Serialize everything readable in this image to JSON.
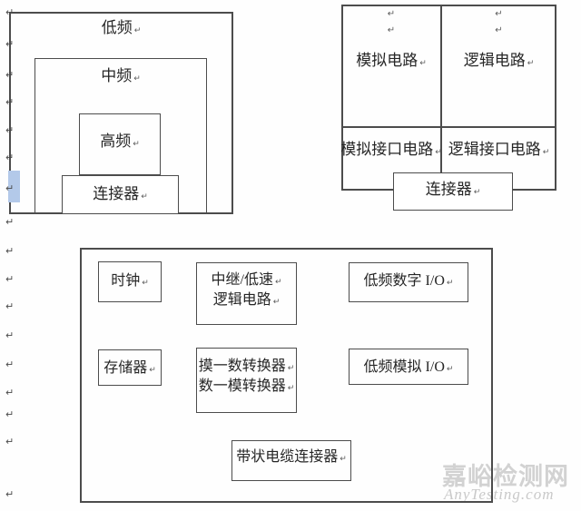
{
  "marks": {
    "pilcrow": "↵"
  },
  "freq_diagram": {
    "low": "低频",
    "mid": "中频",
    "high": "高频",
    "connector": "连接器"
  },
  "circuit_diagram": {
    "analog": "模拟电路",
    "logic": "逻辑电路",
    "analog_interface": "模拟接口电路",
    "logic_interface": "逻辑接口电路",
    "connector": "连接器"
  },
  "board_diagram": {
    "clock": "时钟",
    "relay_line1": "中继/低速",
    "relay_line2": "逻辑电路",
    "digital_io": "低频数字 I/O",
    "memory": "存储器",
    "adc": "摸一数转换器",
    "dac": "数一模转换器",
    "analog_io": "低频模拟 I/O",
    "ribbon_connector": "带状电缆连接器"
  },
  "watermark": {
    "title": "嘉峪检测网",
    "site": "AnyTesting.com"
  },
  "colors": {
    "line": "#4c4c4c",
    "text": "#262626",
    "selection_highlight": "#b3c9e9",
    "watermark_cn": "#d2d2d2",
    "watermark_en": "#c9c9c9"
  }
}
